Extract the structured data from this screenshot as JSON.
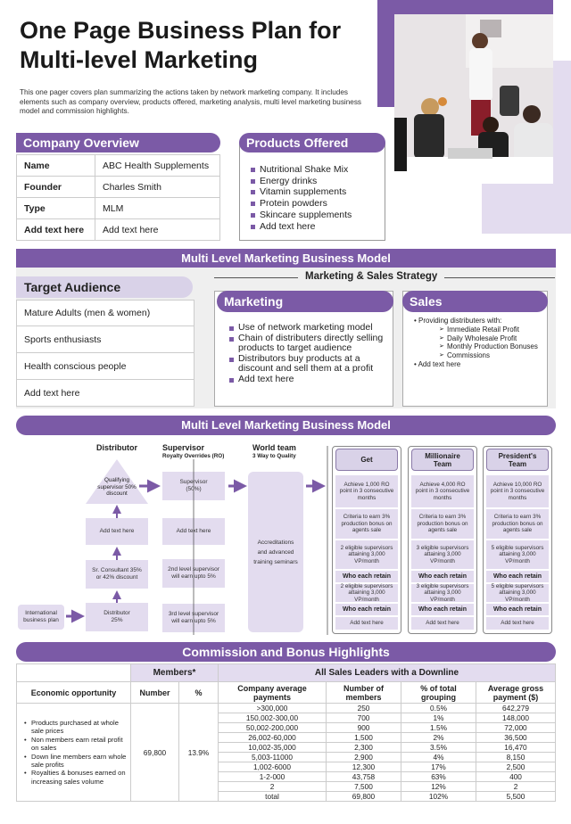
{
  "header": {
    "title_line1": "One Page Business Plan for",
    "title_line2": "Multi-level Marketing",
    "intro": "This one pager covers plan summarizing the actions taken by network marketing company. It includes elements such as company overview, products offered, marketing analysis, multi level marketing business model and commission highlights."
  },
  "company_overview": {
    "heading": "Company Overview",
    "rows": [
      {
        "key": "Name",
        "value": "ABC Health Supplements"
      },
      {
        "key": "Founder",
        "value": "Charles Smith"
      },
      {
        "key": "Type",
        "value": "MLM"
      },
      {
        "key": "Add text here",
        "value": "Add text here"
      }
    ]
  },
  "products": {
    "heading": "Products Offered",
    "items": [
      "Nutritional Shake Mix",
      "Energy drinks",
      "Vitamin supplements",
      "Protein powders",
      "Skincare supplements",
      "Add text here"
    ]
  },
  "mlm_section": {
    "heading": "Multi Level Marketing Business  Model",
    "strategy_heading": "Marketing & Sales Strategy",
    "target": {
      "heading": "Target Audience",
      "items": [
        "Mature Adults (men & women)",
        "Sports enthusiasts",
        "Health conscious people",
        "Add text here"
      ]
    },
    "marketing": {
      "heading": "Marketing",
      "items": [
        "Use of network marketing model",
        "Chain of distributers directly selling products to target audience",
        "Distributors buy products at a discount and sell them at a profit",
        "Add text here"
      ]
    },
    "sales": {
      "heading": "Sales",
      "item1": "Providing distributers with:",
      "subitems": [
        "Immediate Retail Profit",
        "Daily Wholesale Profit",
        "Monthly Production Bonuses",
        "Commissions"
      ],
      "item2": "Add text here"
    }
  },
  "model": {
    "heading": "Multi Level Marketing Business  Model",
    "distributor_col": "Distributor",
    "supervisor_col": "Supervisor",
    "supervisor_sub": "Royalty  Overrides (RO)",
    "world_col": "World team",
    "world_sub": "3  Way to Quality",
    "qualifying": "Qualifying supervisor 50% discount",
    "add_text1": "Add text here",
    "sr_consultant": "Sr. Consultant 35% or 42% discount",
    "distributor_box": "Distributor 25%",
    "intl_plan": "International business plan",
    "supervisor_box": "Supervisor (50%)",
    "add_text2": "Add text here",
    "level2": "2nd level supervisor will earn upto 5%",
    "level3": "3rd level supervisor will earn upto 5%",
    "world_box": "Accreditations and advanced training seminars",
    "tiers": [
      {
        "name": "Get",
        "achieve": "Achieve 1,000 RO point in 3 consecutive months",
        "criteria": "Criteria to earn 3% production bonus on agents sale",
        "eligible": "2 eligible supervisors attaining 3,000 VP/month",
        "who": "Who each retain",
        "who_detail": "2 eligible supervisors attaining 3,000 VP/month",
        "who2": "Who each retain",
        "add": "Add text here"
      },
      {
        "name": "Millionaire Team",
        "achieve": "Achieve 4,000 RO point in 3 consecutive months",
        "criteria": "Criteria to earn 3% production bonus on agents sale",
        "eligible": "3 eligible supervisors attaining 3,000 VP/month",
        "who": "Who each retain",
        "who_detail": "3 eligible supervisors attaining 3,000 VP/month",
        "who2": "Who each retain",
        "add": "Add text here"
      },
      {
        "name": "President's Team",
        "achieve": "Achieve 10,000 RO point in 3 consecutive months",
        "criteria": "Criteria to earn 3% production bonus on agents sale",
        "eligible": "5 eligible supervisors attaining 3,000 VP/month",
        "who": "Who each retain",
        "who_detail": "5 eligible supervisors attaining 3,000 VP/month",
        "who2": "Who each retain",
        "add": "Add text here"
      }
    ]
  },
  "commission": {
    "heading": "Commission and Bonus Highlights",
    "members_header": "Members*",
    "leaders_header": "All Sales Leaders with a Downline",
    "col_opportunity": "Economic opportunity",
    "col_number": "Number",
    "col_pct": "%",
    "col_company": "Company average payments",
    "col_members": "Number of members",
    "col_grouping": "% of total grouping",
    "col_gross": "Average gross payment ($)",
    "opportunities": [
      "Products purchased at whole sale prices",
      "Non members earn retail profit on sales",
      "Down line members earn whole sale profits",
      "Royalties & bonuses earned on increasing sales volume"
    ],
    "number": "69,800",
    "pct": "13.9%",
    "rows": [
      [
        ">300,000",
        "250",
        "0.5%",
        "642,279"
      ],
      [
        "150,002-300,00",
        "700",
        "1%",
        "148,000"
      ],
      [
        "50,002-200,000",
        "900",
        "1.5%",
        "72,000"
      ],
      [
        "26,002-60,000",
        "1,500",
        "2%",
        "36,500"
      ],
      [
        "10,002-35,000",
        "2,300",
        "3.5%",
        "16,470"
      ],
      [
        "5,003-11000",
        "2,900",
        "4%",
        "8,150"
      ],
      [
        "1,002-6000",
        "12,300",
        "17%",
        "2,500"
      ],
      [
        "1-2-000",
        "43,758",
        "63%",
        "400"
      ],
      [
        "2",
        "7,500",
        "12%",
        "2"
      ],
      [
        "total",
        "69,800",
        "102%",
        "5,500"
      ]
    ]
  }
}
